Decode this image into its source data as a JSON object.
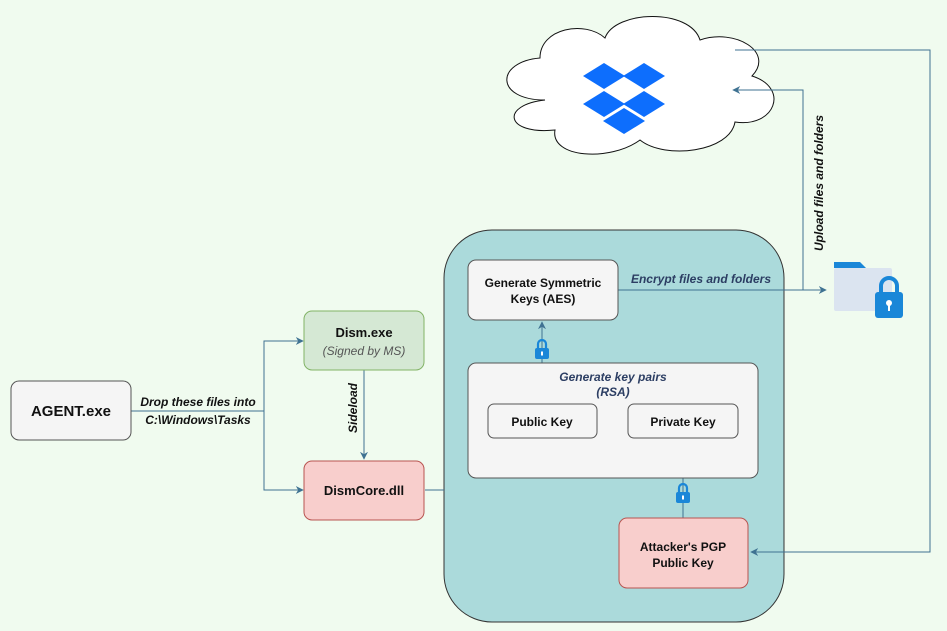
{
  "colors": {
    "background": "#f0fbef",
    "teal_region": "#abdadb",
    "gray_box": "#f5f5f5",
    "green_box": "#d5e8d4",
    "red_box": "#f8cecc",
    "arrow": "#3f7292",
    "dropbox_blue": "#0d6efd",
    "folder_blue": "#1a87d8",
    "folder_light": "#dbe4f0"
  },
  "nodes": {
    "agent": "AGENT.exe",
    "dism_title": "Dism.exe",
    "dism_subtitle": "(Signed by MS)",
    "dismcore": "DismCore.dll",
    "gen_sym_line1": "Generate Symmetric",
    "gen_sym_line2": "Keys (AES)",
    "keypairs_line1": "Generate key pairs",
    "keypairs_line2": "(RSA)",
    "public_key": "Public Key",
    "private_key": "Private Key",
    "pgp_line1": "Attacker's PGP",
    "pgp_line2": "Public Key"
  },
  "edges": {
    "drop_line1": "Drop these files into",
    "drop_line2": "C:\\Windows\\Tasks",
    "sideload": "Sideload",
    "encrypt": "Encrypt files and folders",
    "upload": "Upload files and folders"
  },
  "icons": {
    "cloud": "cloud-icon",
    "dropbox": "dropbox-icon",
    "folder": "locked-folder-icon",
    "lock": "padlock-icon"
  }
}
